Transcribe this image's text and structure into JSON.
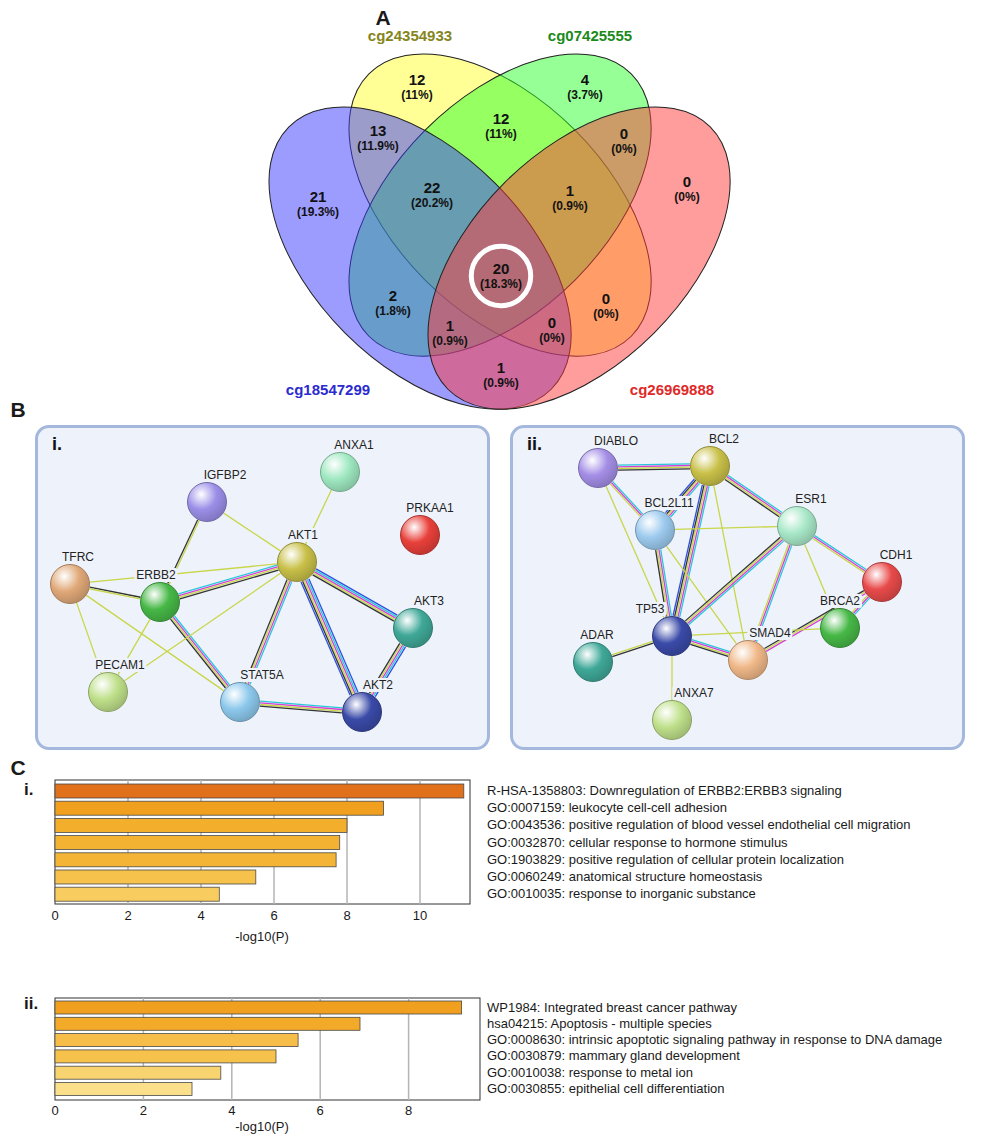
{
  "diagram": {
    "nodes": [
      {
        "text": [
          "cg24354933"
        ]
      },
      {
        "text": [
          "cg07425555"
        ]
      },
      {
        "text": [
          "cg18547299"
        ]
      },
      {
        "text": [
          "cg26969888"
        ]
      },
      {
        "text": [
          "i."
        ]
      },
      {
        "text": [
          "IGFBP2"
        ],
        "in": 4
      },
      {
        "text": [
          "ANXA1"
        ],
        "in": 4
      },
      {
        "text": [
          "PRKAA1"
        ],
        "in": 4
      },
      {
        "text": [
          "TFRC"
        ],
        "in": 4
      },
      {
        "text": [
          "ERBB2"
        ],
        "in": 4
      },
      {
        "text": [
          "AKT1"
        ],
        "in": 4
      },
      {
        "text": [
          "AKT3"
        ],
        "in": 4
      },
      {
        "text": [
          "PECAM1"
        ],
        "in": 4
      },
      {
        "text": [
          "STAT5A"
        ],
        "in": 4
      },
      {
        "text": [
          "AKT2"
        ],
        "in": 4
      },
      {
        "text": [
          "ii."
        ]
      },
      {
        "text": [
          "DIABLO"
        ],
        "in": 15
      },
      {
        "text": [
          "BCL2"
        ],
        "in": 15
      },
      {
        "text": [
          "BCL2L11"
        ],
        "in": 15
      },
      {
        "text": [
          "ESR1"
        ],
        "in": 15
      },
      {
        "text": [
          "CDH1"
        ],
        "in": 15
      },
      {
        "text": [
          "BRCA2"
        ],
        "in": 15
      },
      {
        "text": [
          "TP53"
        ],
        "in": 15
      },
      {
        "text": [
          "SMAD4"
        ],
        "in": 15
      },
      {
        "text": [
          "ADAR"
        ],
        "in": 15
      },
      {
        "text": [
          "ANXA7"
        ],
        "in": 15
      }
    ],
    "edges": [
      {
        "from": 5,
        "to": 10,
        "arrow": "none"
      },
      {
        "from": 5,
        "to": 9,
        "arrow": "none"
      },
      {
        "from": 6,
        "to": 10,
        "arrow": "none"
      },
      {
        "from": 8,
        "to": 9,
        "arrow": "none"
      },
      {
        "from": 8,
        "to": 10,
        "arrow": "none"
      },
      {
        "from": 8,
        "to": 12,
        "arrow": "none"
      },
      {
        "from": 8,
        "to": 13,
        "arrow": "none"
      },
      {
        "from": 9,
        "to": 10,
        "arrow": "none"
      },
      {
        "from": 9,
        "to": 13,
        "arrow": "none"
      },
      {
        "from": 9,
        "to": 12,
        "arrow": "none"
      },
      {
        "from": 10,
        "to": 13,
        "arrow": "none"
      },
      {
        "from": 10,
        "to": 14,
        "arrow": "none"
      },
      {
        "from": 10,
        "to": 11,
        "arrow": "none"
      },
      {
        "from": 10,
        "to": 12,
        "arrow": "none"
      },
      {
        "from": 11,
        "to": 14,
        "arrow": "none"
      },
      {
        "from": 13,
        "to": 14,
        "arrow": "none"
      },
      {
        "from": 16,
        "to": 17,
        "arrow": "none"
      },
      {
        "from": 16,
        "to": 18,
        "arrow": "none"
      },
      {
        "from": 16,
        "to": 22,
        "arrow": "none"
      },
      {
        "from": 17,
        "to": 18,
        "arrow": "none"
      },
      {
        "from": 17,
        "to": 19,
        "arrow": "none"
      },
      {
        "from": 17,
        "to": 22,
        "arrow": "none"
      },
      {
        "from": 17,
        "to": 23,
        "arrow": "none"
      },
      {
        "from": 18,
        "to": 22,
        "arrow": "none"
      },
      {
        "from": 18,
        "to": 19,
        "arrow": "none"
      },
      {
        "from": 18,
        "to": 23,
        "arrow": "none"
      },
      {
        "from": 19,
        "to": 22,
        "arrow": "none"
      },
      {
        "from": 19,
        "to": 20,
        "arrow": "none"
      },
      {
        "from": 19,
        "to": 21,
        "arrow": "none"
      },
      {
        "from": 19,
        "to": 23,
        "arrow": "none"
      },
      {
        "from": 20,
        "to": 23,
        "arrow": "none"
      },
      {
        "from": 20,
        "to": 21,
        "arrow": "none"
      },
      {
        "from": 22,
        "to": 23,
        "arrow": "none"
      },
      {
        "from": 22,
        "to": 21,
        "arrow": "none"
      },
      {
        "from": 22,
        "to": 24,
        "arrow": "none"
      },
      {
        "from": 22,
        "to": 25,
        "arrow": "none"
      }
    ],
    "labels": [
      "A",
      "12",
      "(11%)",
      "4",
      "(3.7%)",
      "13",
      "(11.9%)",
      "12",
      "(11%)",
      "0",
      "(0%)",
      "21",
      "(19.3%)",
      "22",
      "(20.2%)",
      "1",
      "(0.9%)",
      "0",
      "(0%)",
      "20",
      "(18.3%)",
      "2",
      "(1.8%)",
      "0",
      "(0%)",
      "1",
      "(0.9%)",
      "0",
      "(0%)",
      "1",
      "(0.9%)",
      "B",
      "C",
      "i.",
      "R-HSA-1358803: Downregulation of ERBB2:ERBB3 signaling",
      "GO:0007159: leukocyte cell-cell adhesion",
      "GO:0043536: positive regulation of blood vessel endothelial cell migration",
      "GO:0032870: cellular response to hormone stimulus",
      "GO:1903829: positive regulation of cellular protein localization",
      "GO:0060249: anatomical structure homeostasis",
      "GO:0010035: response to inorganic substance",
      "0",
      "2",
      "4",
      "6",
      "8",
      "10",
      "-log10(P)",
      "ii.",
      "WP1984: Integrated breast cancer pathway",
      "hsa04215: Apoptosis - multiple species",
      "GO:0008630: intrinsic apoptotic signaling pathway in response to DNA damage",
      "GO:0030879: mammary gland development",
      "GO:0010038: response to metal ion",
      "GO:0030855: epithelial cell differentiation",
      "0",
      "2",
      "4",
      "6",
      "8",
      "-log10(P)"
    ]
  }
}
